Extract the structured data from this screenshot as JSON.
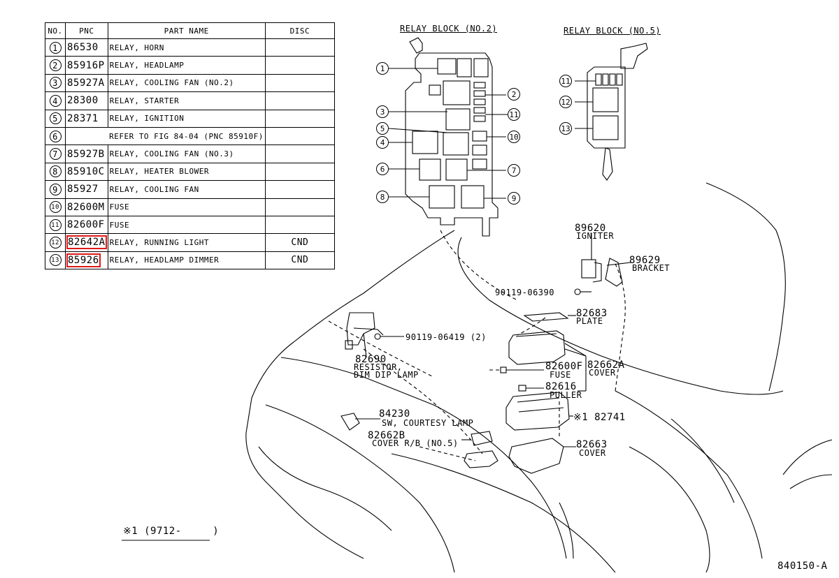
{
  "table": {
    "headers": {
      "no": "NO.",
      "pnc": "PNC",
      "part_name": "PART NAME",
      "disc": "DISC"
    },
    "rows": [
      {
        "no": "1",
        "pnc": "86530",
        "name": "RELAY, HORN",
        "disc": ""
      },
      {
        "no": "2",
        "pnc": "85916P",
        "name": "RELAY, HEADLAMP",
        "disc": ""
      },
      {
        "no": "3",
        "pnc": "85927A",
        "name": "RELAY, COOLING FAN (NO.2)",
        "disc": ""
      },
      {
        "no": "4",
        "pnc": "28300",
        "name": "RELAY, STARTER",
        "disc": ""
      },
      {
        "no": "5",
        "pnc": "28371",
        "name": "RELAY, IGNITION",
        "disc": ""
      },
      {
        "no": "6",
        "pnc": "",
        "name": "REFER TO FIG 84-04 (PNC 85910F)",
        "disc": ""
      },
      {
        "no": "7",
        "pnc": "85927B",
        "name": "RELAY, COOLING FAN (NO.3)",
        "disc": ""
      },
      {
        "no": "8",
        "pnc": "85910C",
        "name": "RELAY, HEATER BLOWER",
        "disc": ""
      },
      {
        "no": "9",
        "pnc": "85927",
        "name": "RELAY, COOLING FAN",
        "disc": ""
      },
      {
        "no": "10",
        "pnc": "82600M",
        "name": "FUSE",
        "disc": ""
      },
      {
        "no": "11",
        "pnc": "82600F",
        "name": "FUSE",
        "disc": ""
      },
      {
        "no": "12",
        "pnc": "82642A",
        "name": "RELAY, RUNNING LIGHT",
        "disc": "CND"
      },
      {
        "no": "13",
        "pnc": "85926",
        "name": "RELAY, HEADLAMP DIMMER",
        "disc": "CND"
      }
    ]
  },
  "relay_block_2": {
    "title": "RELAY BLOCK (NO.2)",
    "callouts": [
      "1",
      "2",
      "3",
      "4",
      "5",
      "6",
      "7",
      "8",
      "9",
      "10",
      "11"
    ]
  },
  "relay_block_5": {
    "title": "RELAY BLOCK (NO.5)",
    "callouts": [
      "11",
      "12",
      "13"
    ]
  },
  "parts": {
    "p89620": {
      "num": "89620",
      "name": "IGNITER"
    },
    "p89629": {
      "num": "89629",
      "name": "BRACKET"
    },
    "p90119_06390": {
      "num": "90119-06390"
    },
    "p82683": {
      "num": "82683",
      "name": "PLATE"
    },
    "p90119_06419": {
      "num": "90119-06419 (2)"
    },
    "p82690": {
      "num": "82690",
      "name1": "RESISTOR,",
      "name2": "DIM DIP LAMP"
    },
    "p82600F": {
      "num": "82600F",
      "name": "FUSE"
    },
    "p82662A": {
      "num": "82662A",
      "name": "COVER"
    },
    "p82616": {
      "num": "82616",
      "name": "PULLER"
    },
    "p84230": {
      "num": "84230",
      "name": "SW, COURTESY LAMP"
    },
    "p82741": {
      "num": "※1 82741"
    },
    "p82662B": {
      "num": "82662B",
      "name": "COVER R/B (NO.5)"
    },
    "p82663": {
      "num": "82663",
      "name": "COVER"
    }
  },
  "footnote": "※1 (9712-     )",
  "figure_id": "840150-A",
  "highlight_color": "#e01818"
}
